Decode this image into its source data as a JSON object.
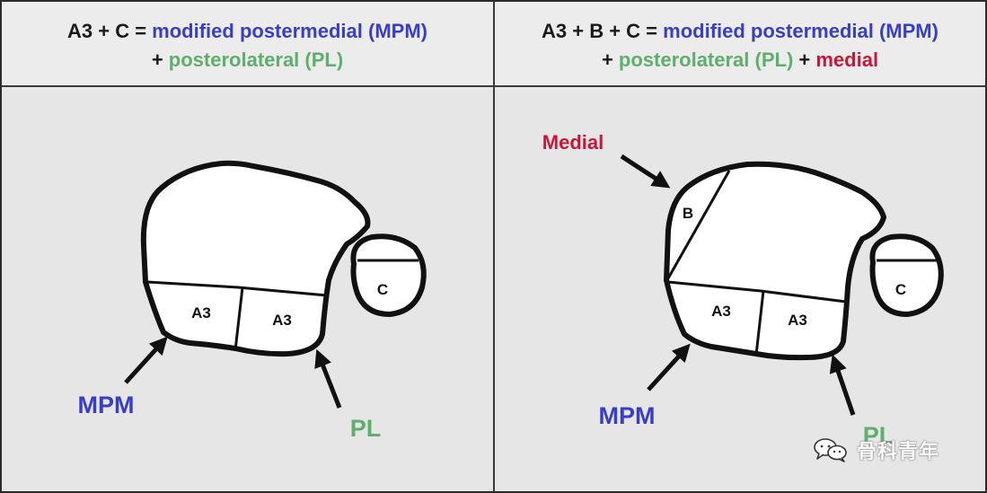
{
  "panels": [
    {
      "caption_line1_prefix": "A3 + C = ",
      "caption_line1_blue": "modified postermedial (MPM)",
      "caption_line2_prefix": "+ ",
      "caption_line2_green": "posterolateral (PL)",
      "fragments": {
        "a3_left": "A3",
        "a3_right": "A3",
        "fibula": "C"
      },
      "arrows": {
        "mpm": "MPM",
        "pl": "PL"
      }
    },
    {
      "caption_line1_prefix": "A3 + B + C = ",
      "caption_line1_blue": "modified postermedial (MPM)",
      "caption_line2_prefix": "+ ",
      "caption_line2_green": "posterolateral (PL)",
      "caption_line2_mid": " + ",
      "caption_line2_red": "medial",
      "fragments": {
        "b": "B",
        "a3_left": "A3",
        "a3_right": "A3",
        "fibula": "C"
      },
      "arrows": {
        "medial": "Medial",
        "mpm": "MPM",
        "pl": "PL"
      }
    }
  ],
  "watermark": {
    "text": "骨科青年",
    "icon": "wechat-icon"
  },
  "colors": {
    "blue": "#3a3ec4",
    "green": "#5fae6e",
    "red": "#c8163c",
    "background": "#e6e6e6"
  }
}
